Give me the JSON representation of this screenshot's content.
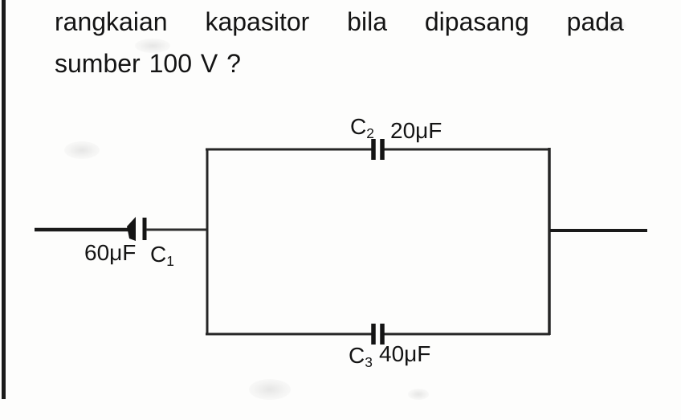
{
  "question": {
    "line1": "rangkaian kapasitor bila dipasang pada",
    "line2": "sumber 100 V ?"
  },
  "circuit": {
    "capacitors": {
      "c1": {
        "symbol": "C",
        "subscript": "1",
        "value": "60μF"
      },
      "c2": {
        "symbol": "C",
        "subscript": "2",
        "value": "20μF"
      },
      "c3": {
        "symbol": "C",
        "subscript": "3",
        "value": "40μF"
      }
    }
  },
  "colors": {
    "ink": "#1a1a1a",
    "wire": "#222222",
    "background": "#fdfdfc"
  }
}
